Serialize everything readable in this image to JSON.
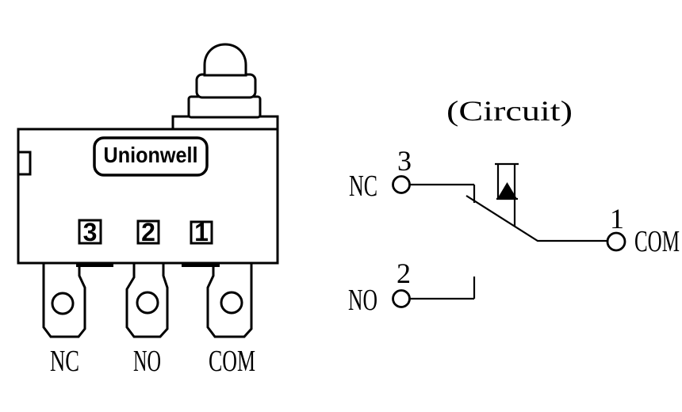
{
  "colors": {
    "background": "#ffffff",
    "ink": "#000000"
  },
  "switch_drawing": {
    "brand_label": "Unionwell",
    "terminal_badges": [
      {
        "number": "3"
      },
      {
        "number": "2"
      },
      {
        "number": "1"
      }
    ],
    "terminal_labels": [
      {
        "label": "NC"
      },
      {
        "label": "NO"
      },
      {
        "label": "COM"
      }
    ]
  },
  "circuit_diagram": {
    "title": "(Circuit)",
    "terminals": [
      {
        "id": "nc",
        "number": "3",
        "label": "NC"
      },
      {
        "id": "no",
        "number": "2",
        "label": "NO"
      },
      {
        "id": "com",
        "number": "1",
        "label": "COM"
      }
    ]
  }
}
